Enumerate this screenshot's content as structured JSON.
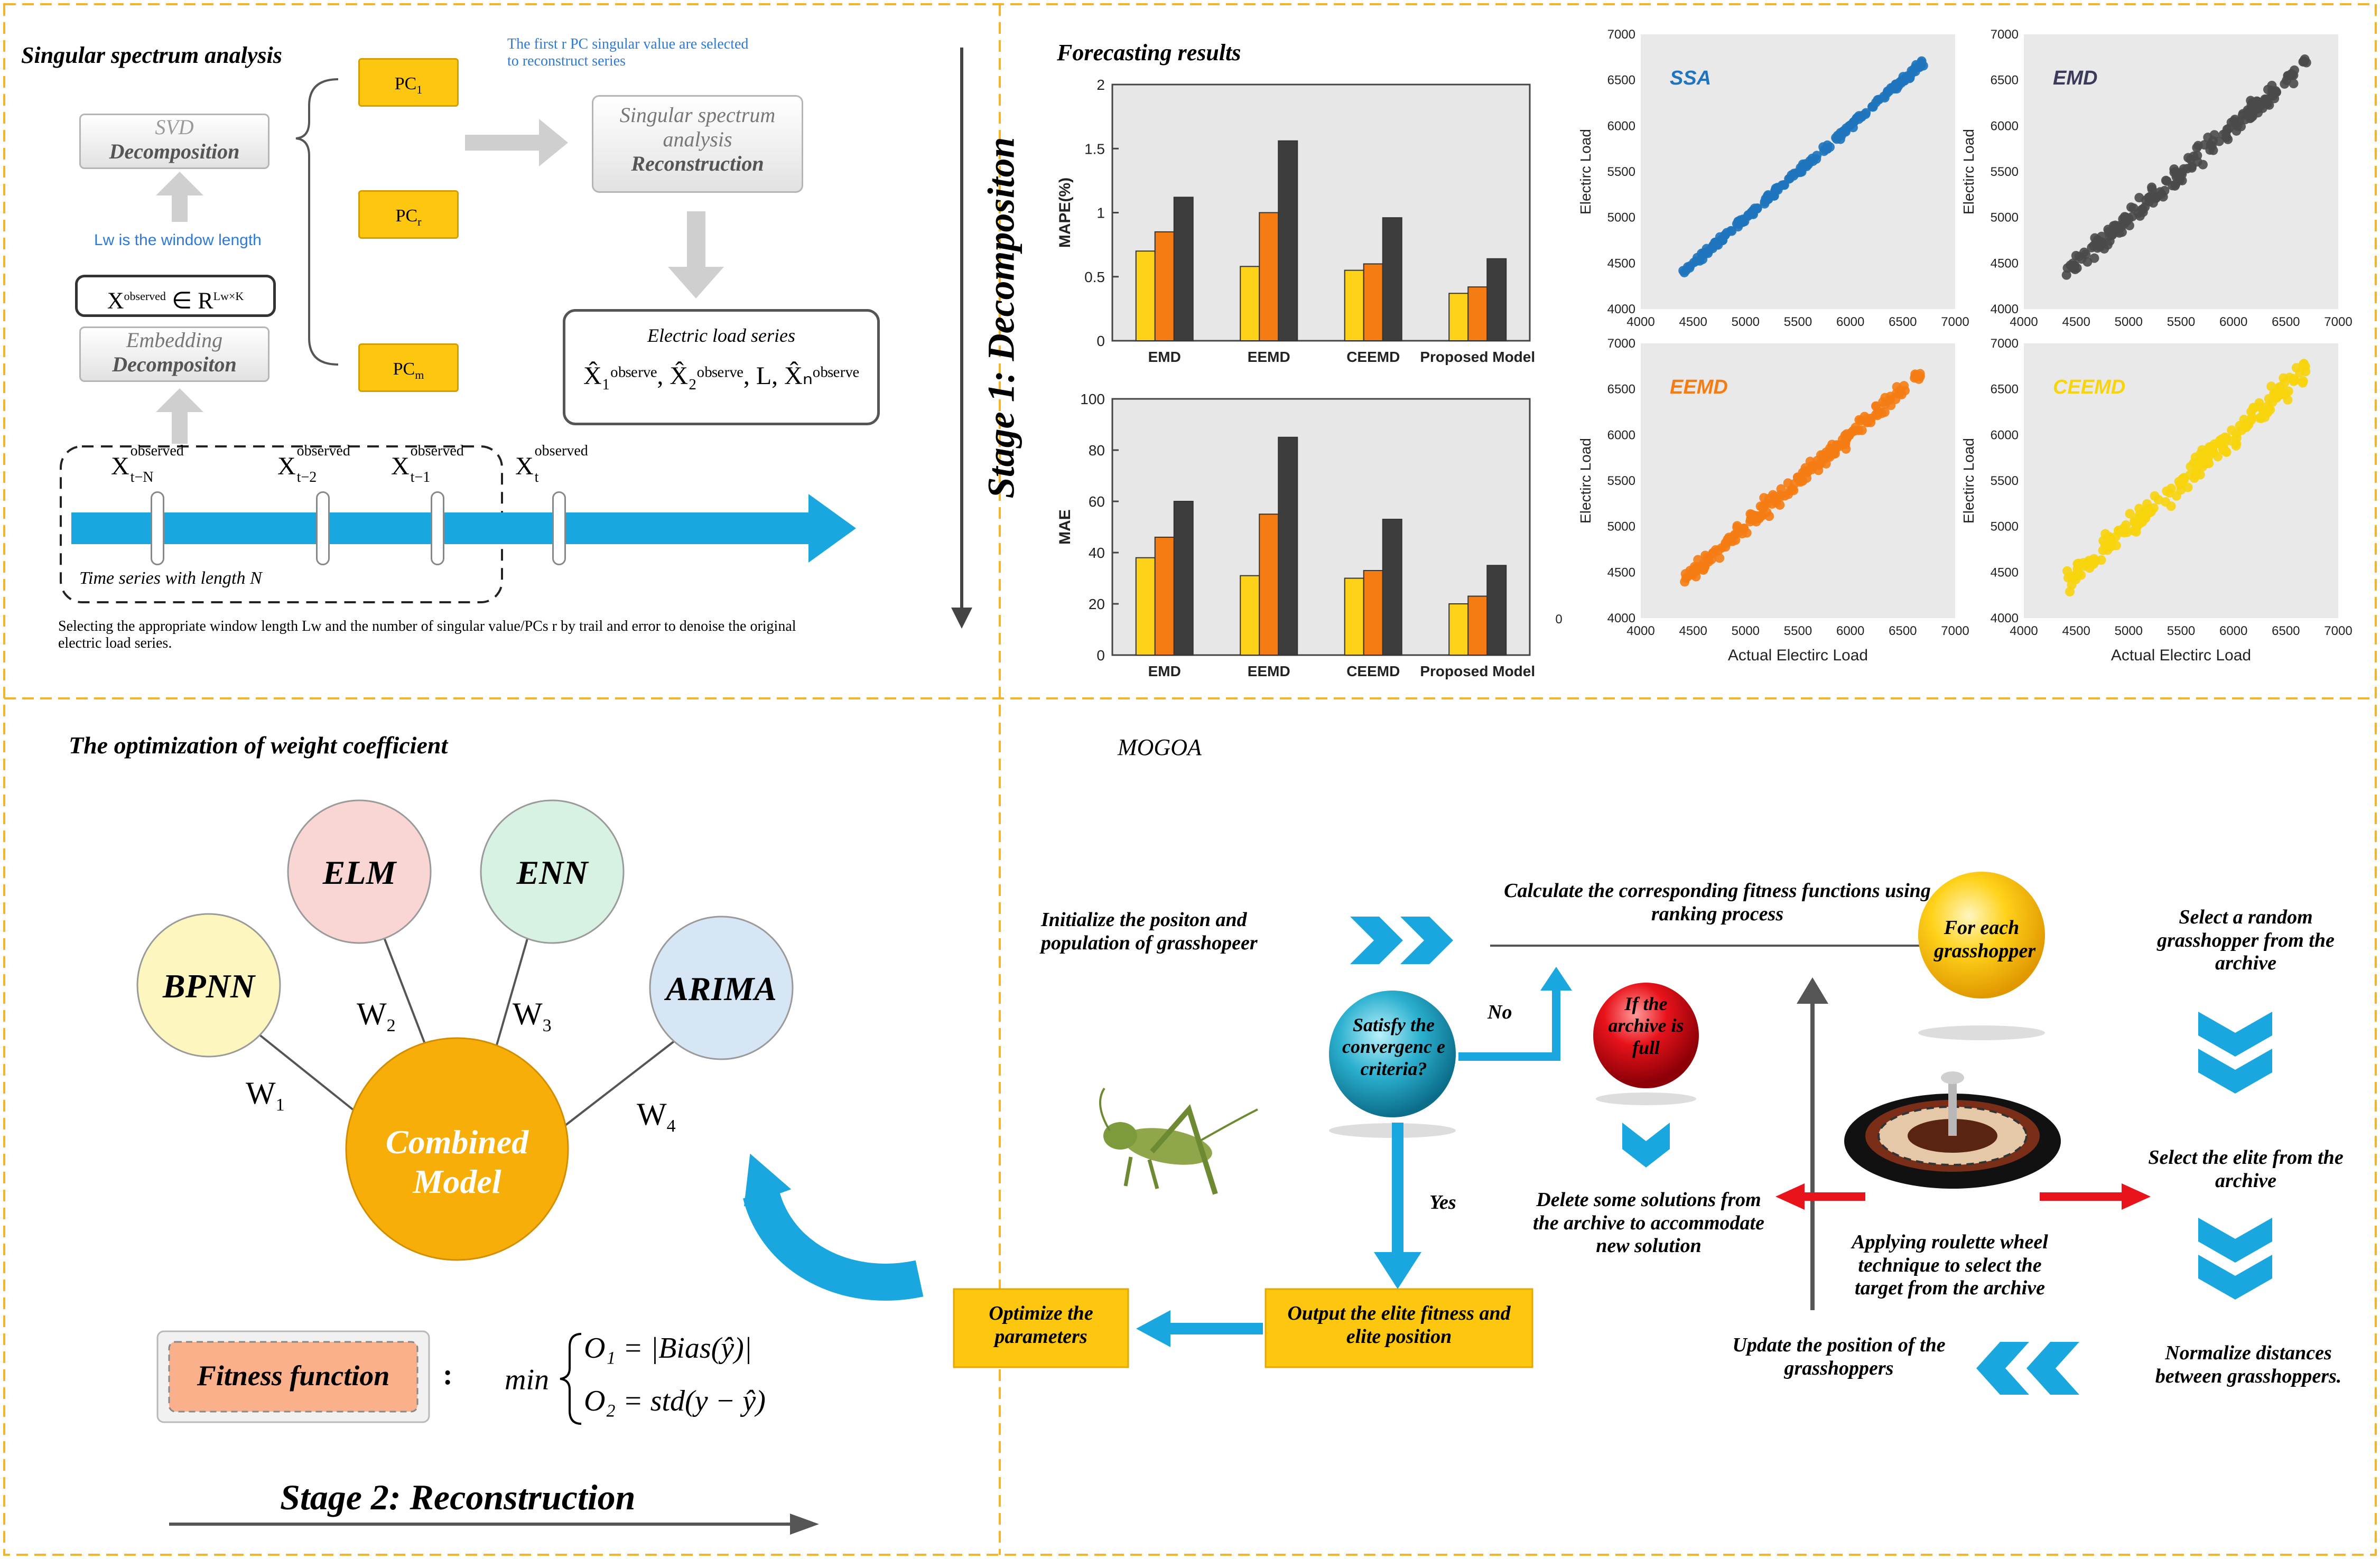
{
  "colors": {
    "panel_border": "#f2b52b",
    "arrow_blue": "#1aa7e0",
    "yellow_box": "#fdc70f",
    "bar_yellow": "#ffd21a",
    "bar_orange": "#f57c13",
    "bar_dark": "#3d3d3d",
    "scatter_ssa": "#1e74bd",
    "scatter_emd": "#4a4a4a",
    "scatter_eemd": "#f57c13",
    "scatter_ceemd": "#f7d40c",
    "red_arrow": "#e8131b"
  },
  "ssa": {
    "title": "Singular spectrum analysis",
    "note": "The first r PC singular value are selected to reconstruct series",
    "svd_line1": "SVD",
    "svd_line2": "Decomposition",
    "pc1": "PC",
    "pc1_sub": "1",
    "pcr": "PC",
    "pcr_sub": "r",
    "pcm": "PC",
    "pcm_sub": "m",
    "window_note": "Lw is the window length",
    "xobs_main": "X",
    "xobs_sup": "observed",
    "xobs_rest": "∈ R",
    "xobs_rest_sup": "Lw×K",
    "embed_line1": "Embedding",
    "embed_line2": "Decompositon",
    "recon_line1": "Singular spectrum",
    "recon_line2": "analysis",
    "recon_line3": "Reconstruction",
    "series_title": "Electric load series",
    "series_formula": "X̂₁ᵒᵇˢᵉʳᵛᵉ, X̂₂ᵒᵇˢᵉʳᵛᵉ, L, X̂ₙᵒᵇˢᵉʳᵛᵉ",
    "ts_labels": [
      {
        "main": "X",
        "sup": "observed",
        "sub": "t−N"
      },
      {
        "main": "X",
        "sup": "observed",
        "sub": "t−2"
      },
      {
        "main": "X",
        "sup": "observed",
        "sub": "t−1"
      },
      {
        "main": "X",
        "sup": "observed",
        "sub": "t"
      }
    ],
    "ts_caption": "Time series with length N",
    "bottom_note": "Selecting the appropriate window length Lw and the number of singular value/PCs r by trail and error to denoise the original electric load series.",
    "stage1": "Stage 1: Decompositon"
  },
  "forecast": {
    "title": "Forecasting results"
  },
  "chart_data": [
    {
      "type": "bar",
      "ylabel": "MAPE(%)",
      "ylim": [
        0,
        2
      ],
      "yticks": [
        0,
        0.5,
        1,
        1.5,
        2
      ],
      "categories": [
        "EMD",
        "EEMD",
        "CEEMD",
        "Proposed Model"
      ],
      "series": [
        {
          "values": [
            0.7,
            0.58,
            0.55,
            0.37
          ]
        },
        {
          "values": [
            0.85,
            1.0,
            0.6,
            0.42
          ]
        },
        {
          "values": [
            1.12,
            1.56,
            0.96,
            0.64
          ]
        }
      ]
    },
    {
      "type": "bar",
      "ylabel": "MAE",
      "ylim": [
        0,
        100
      ],
      "yticks": [
        0,
        20,
        40,
        60,
        80,
        100
      ],
      "categories": [
        "EMD",
        "EEMD",
        "CEEMD",
        "Proposed Model"
      ],
      "series": [
        {
          "values": [
            38,
            31,
            30,
            20
          ]
        },
        {
          "values": [
            46,
            55,
            33,
            23
          ]
        },
        {
          "values": [
            60,
            85,
            53,
            35
          ]
        }
      ]
    },
    {
      "type": "scatter",
      "title": "SSA",
      "ylabel": "Electirc Load",
      "xlabel": "",
      "xlim": [
        4000,
        7000
      ],
      "ylim": [
        4000,
        7000
      ],
      "xticks": [
        4000,
        4500,
        5000,
        5500,
        6000,
        6500,
        7000
      ],
      "yticks": [
        4000,
        4500,
        5000,
        5500,
        6000,
        6500,
        7000
      ],
      "range": [
        4400,
        6700
      ],
      "noise": 40
    },
    {
      "type": "scatter",
      "title": "EMD",
      "ylabel": "Electirc Load",
      "xlabel": "",
      "xlim": [
        4000,
        7000
      ],
      "ylim": [
        4000,
        7000
      ],
      "xticks": [
        4000,
        4500,
        5000,
        5500,
        6000,
        6500,
        7000
      ],
      "yticks": [
        4000,
        4500,
        5000,
        5500,
        6000,
        6500,
        7000
      ],
      "range": [
        4400,
        6700
      ],
      "noise": 110
    },
    {
      "type": "scatter",
      "title": "EEMD",
      "ylabel": "Electirc Load",
      "xlabel": "Actual Electirc Load",
      "xlim": [
        4000,
        7000
      ],
      "ylim": [
        4000,
        7000
      ],
      "xticks": [
        4000,
        4500,
        5000,
        5500,
        6000,
        6500,
        7000
      ],
      "yticks": [
        4000,
        4500,
        5000,
        5500,
        6000,
        6500,
        7000
      ],
      "extra_tick": "0",
      "range": [
        4400,
        6700
      ],
      "noise": 90
    },
    {
      "type": "scatter",
      "title": "CEEMD",
      "ylabel": "Electirc Load",
      "xlabel": "Actual Electirc Load",
      "xlim": [
        4000,
        7000
      ],
      "ylim": [
        4000,
        7000
      ],
      "xticks": [
        4000,
        4500,
        5000,
        5500,
        6000,
        6500,
        7000
      ],
      "yticks": [
        4000,
        4500,
        5000,
        5500,
        6000,
        6500,
        7000
      ],
      "range": [
        4400,
        6700
      ],
      "noise": 130
    }
  ],
  "weights": {
    "title": "The optimization of weight coefficient",
    "elm": "ELM",
    "enn": "ENN",
    "bpnn": "BPNN",
    "arima": "ARIMA",
    "combined_line1": "Combined",
    "combined_line2": "Model",
    "w1": "W",
    "w1_sub": "1",
    "w2": "W",
    "w2_sub": "2",
    "w3": "W",
    "w3_sub": "3",
    "w4": "W",
    "w4_sub": "4",
    "fitness_label": "Fitness function",
    "colon": ":",
    "min": "min",
    "o1": "O₁ = |Bias(ŷ)|",
    "o2": "O₂ = std(y − ŷ)",
    "stage2": "Stage 2: Reconstruction"
  },
  "mogoa": {
    "title": "MOGOA",
    "init": "Initialize the positon and population of grasshopeer",
    "calc": "Calculate the corresponding fitness functions using ranking process",
    "for_each": "For each grasshopper",
    "select_random": "Select a random grasshopper from the archive",
    "satisfy": "Satisfy the convergenc e criteria?",
    "no": "No",
    "yes": "Yes",
    "archive_full": "If the archive is full",
    "delete": "Delete some solutions from the archive to accommodate new solution",
    "roulette": "Applying roulette wheel technique to select the target from the archive",
    "select_elite": "Select the elite from the archive",
    "normalize": "Normalize distances between grasshoppers.",
    "update": "Update the position of the grasshoppers",
    "output": "Output the elite fitness and elite position",
    "optimize": "Optimize the parameters"
  }
}
